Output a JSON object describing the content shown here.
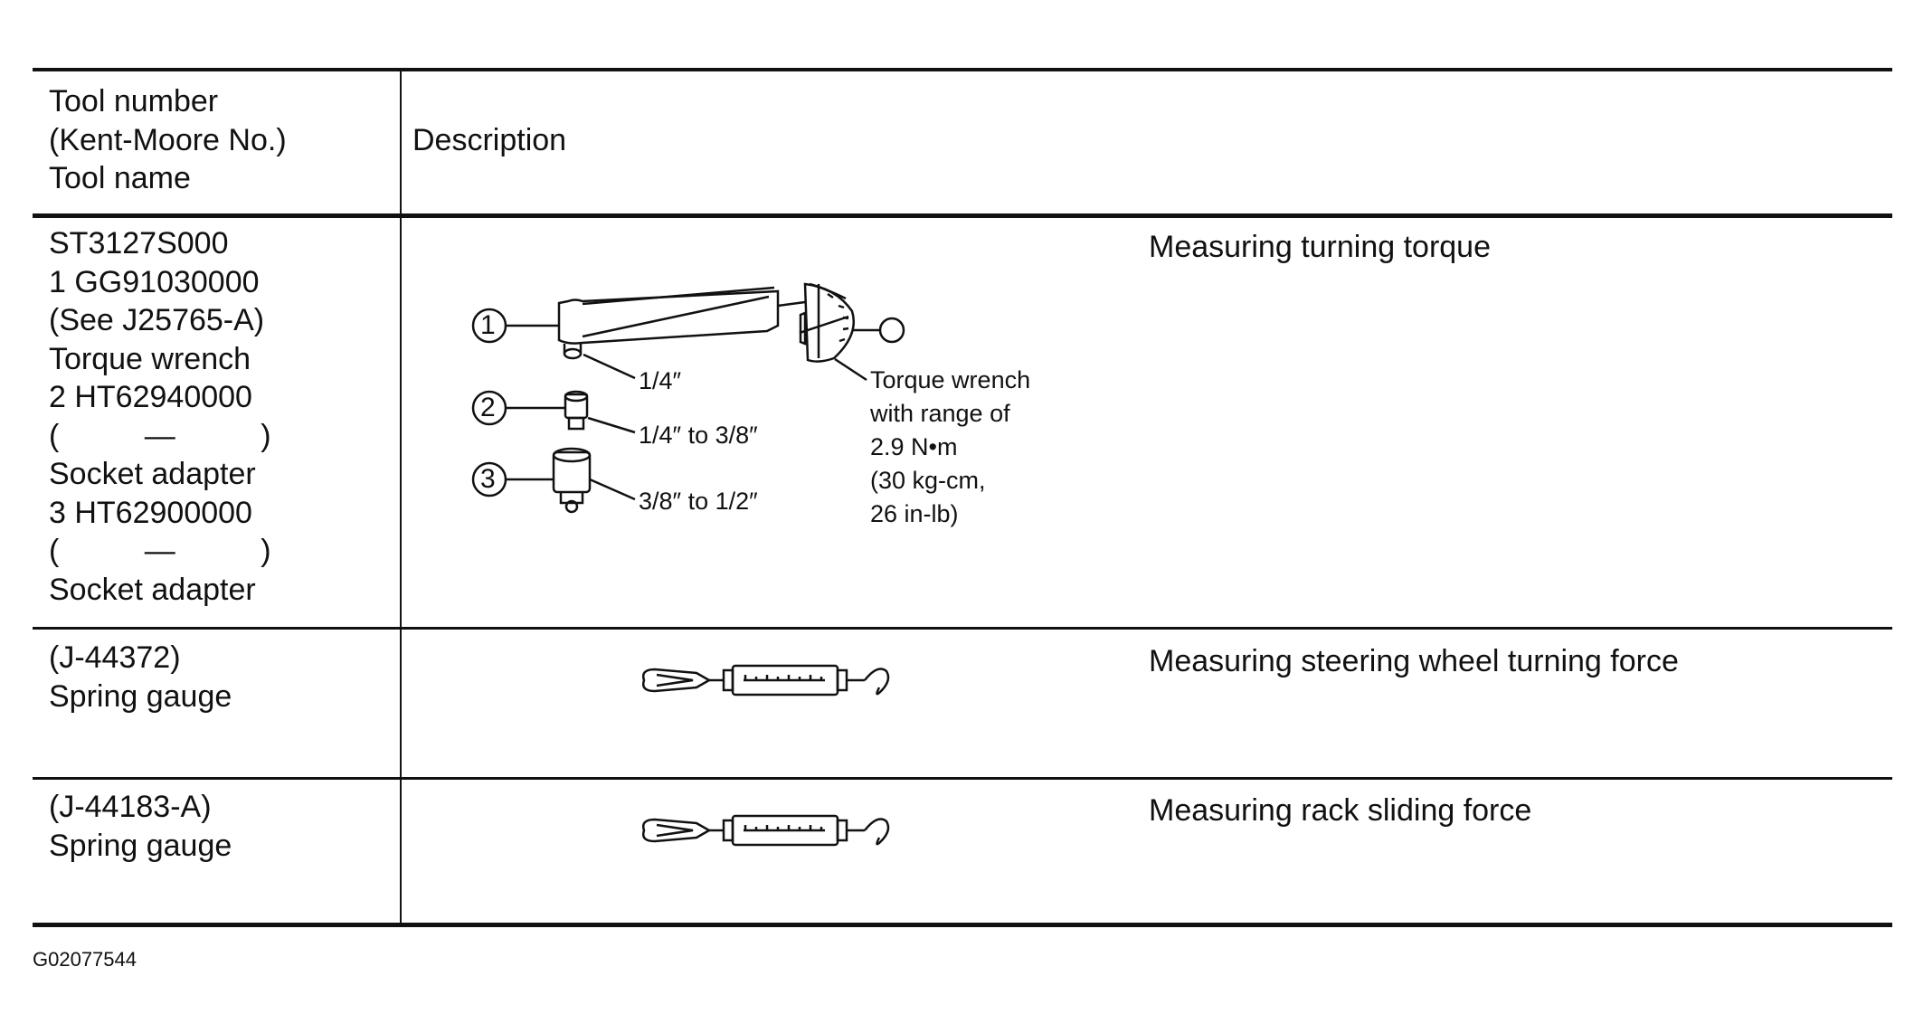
{
  "header": {
    "col1": "Tool number\n(Kent-Moore No.)\nTool name",
    "col2": "Description"
  },
  "rows": [
    {
      "tool": "ST3127S000\n1 GG91030000\n(See J25765-A)\nTorque wrench\n2 HT62940000\n(          —          )\nSocket adapter\n3 HT62900000\n(          —          )\nSocket adapter",
      "description": "Measuring turning torque",
      "labels": {
        "callout1": "①",
        "callout2": "②",
        "callout3": "③",
        "size1": "1/4″",
        "size2": "1/4″ to 3/8″",
        "size3": "3/8″ to 1/2″",
        "note": "Torque wrench\nwith range of\n2.9 N•m\n(30 kg-cm,\n26 in-lb)"
      },
      "icon": "torque-wrench-with-socket-adapters-icon"
    },
    {
      "tool": "(J-44372)\nSpring gauge",
      "description": "Measuring steering wheel turning force",
      "icon": "spring-gauge-icon"
    },
    {
      "tool": "(J-44183-A)\nSpring gauge",
      "description": "Measuring rack sliding force",
      "icon": "spring-gauge-icon"
    }
  ],
  "figure_code": "G02077544"
}
